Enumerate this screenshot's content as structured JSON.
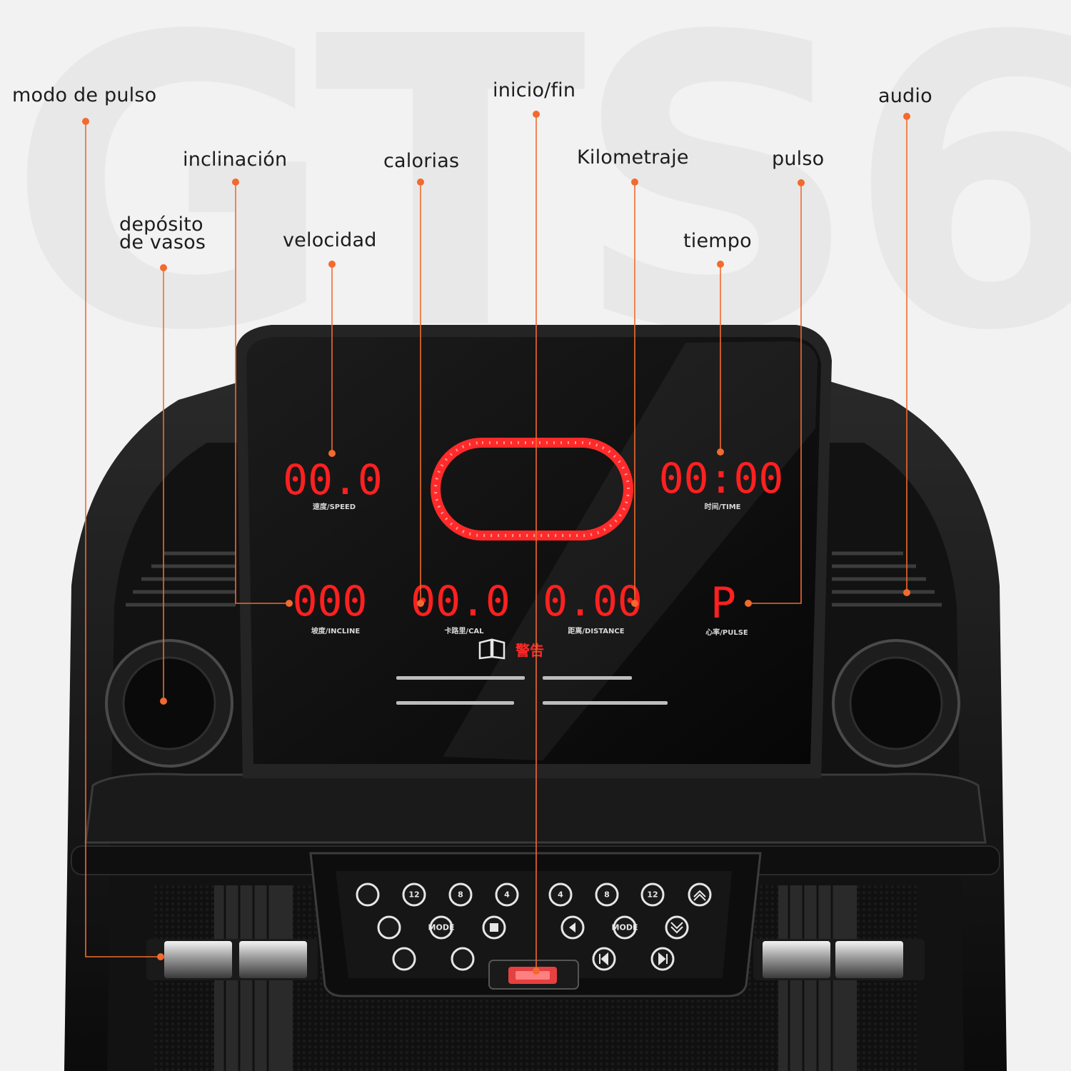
{
  "watermark": "GTS6",
  "labels": {
    "modo_de_pulso": "modo de pulso",
    "inclinacion": "inclinación",
    "deposito_l1": "depósito",
    "deposito_l2": "de vasos",
    "velocidad": "velocidad",
    "calorias": "calorias",
    "inicio_fin": "inicio/fin",
    "kilometraje": "Kilometraje",
    "tiempo": "tiempo",
    "pulso": "pulso",
    "audio": "audio"
  },
  "display": {
    "speed_value": "00.0",
    "speed_caption": "速度/SPEED",
    "time_value": "00:00",
    "time_caption": "时间/TIME",
    "incline_value": "000",
    "incline_caption": "坡度/INCLINE",
    "cal_value": "00.0",
    "cal_caption": "卡路里/CAL",
    "distance_value": "0.00",
    "distance_caption": "距离/DISTANCE",
    "pulse_value": "P",
    "pulse_caption": "心率/PULSE",
    "warning_title": "警告"
  },
  "keypad": {
    "row1": [
      "",
      "12",
      "8",
      "4",
      "4",
      "8",
      "12",
      ""
    ],
    "row2": [
      "",
      "MODE",
      "",
      "",
      "MODE",
      ""
    ],
    "row3": [
      "",
      "",
      "",
      ""
    ]
  },
  "icons": [
    "manual-icon",
    "speaker-icon",
    "cup-holder-icon",
    "start-stop-icon",
    "pulse-sensor-icon"
  ],
  "colors": {
    "accent": "#f26a2e",
    "led": "#ff2a2a",
    "background": "#f2f2f2",
    "console": "#0e0e0e"
  }
}
